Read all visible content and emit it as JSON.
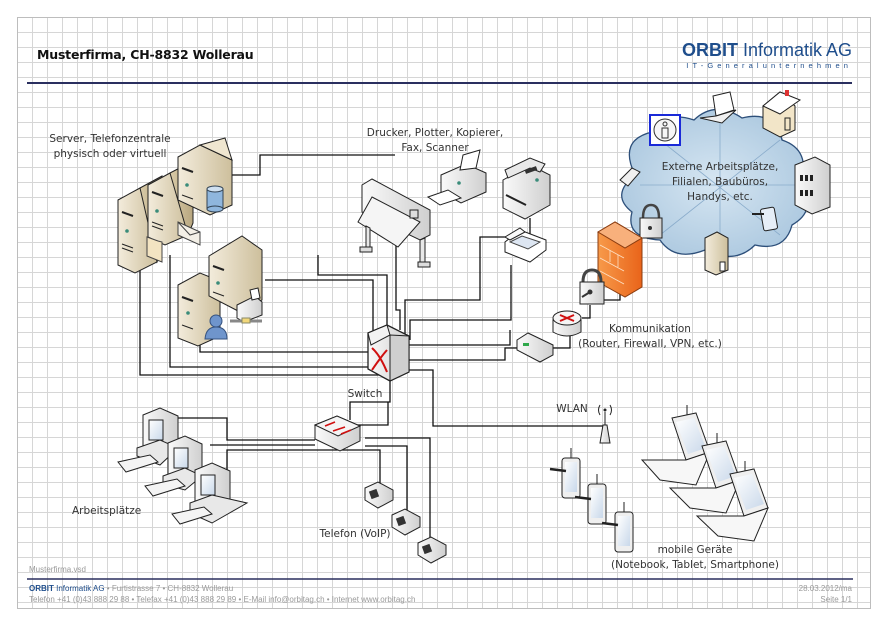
{
  "header": {
    "title": "Musterfirma, CH-8832 Wollerau",
    "logo_brand_bold": "ORBIT",
    "logo_brand_rest": " Informatik AG",
    "logo_tagline": "IT-Generalunternehmen"
  },
  "labels": {
    "servers": [
      "Server, Telefonzentrale",
      "physisch oder virtuell"
    ],
    "printers": [
      "Drucker, Plotter, Kopierer,",
      "Fax, Scanner"
    ],
    "external": [
      "Externe Arbeitsplätze,",
      "Filialen, Baubüros,",
      "Handys, etc."
    ],
    "communication": [
      "Kommunikation",
      "(Router, Firewall, VPN, etc.)"
    ],
    "switch": "Switch",
    "wlan": "WLAN",
    "workstations": "Arbeitsplätze",
    "phones": "Telefon (VoIP)",
    "mobile": [
      "mobile Geräte",
      "(Notebook, Tablet, Smartphone)"
    ]
  },
  "footer": {
    "filename": "Musterfirma.vsd",
    "company_bold": "ORBIT",
    "company_rest": " Informatik AG",
    "address": " • Furtistrasse 7 • CH-8832 Wollerau",
    "contact": "Telefon +41 (0)43 888 29 88 • Telefax +41 (0)43 888 29 89 • E-Mail info@orbitag.ch • Internet www.orbitag.ch",
    "date": "28.03.2012/ma",
    "page": "Seite 1/1"
  },
  "colors": {
    "brand": "#1f4e8c",
    "rule": "#2a2f5f",
    "server": "#e3d8bf",
    "firewall": "#f47b2a",
    "cloud": "#b9d3e6",
    "arrow": "#d01010"
  }
}
